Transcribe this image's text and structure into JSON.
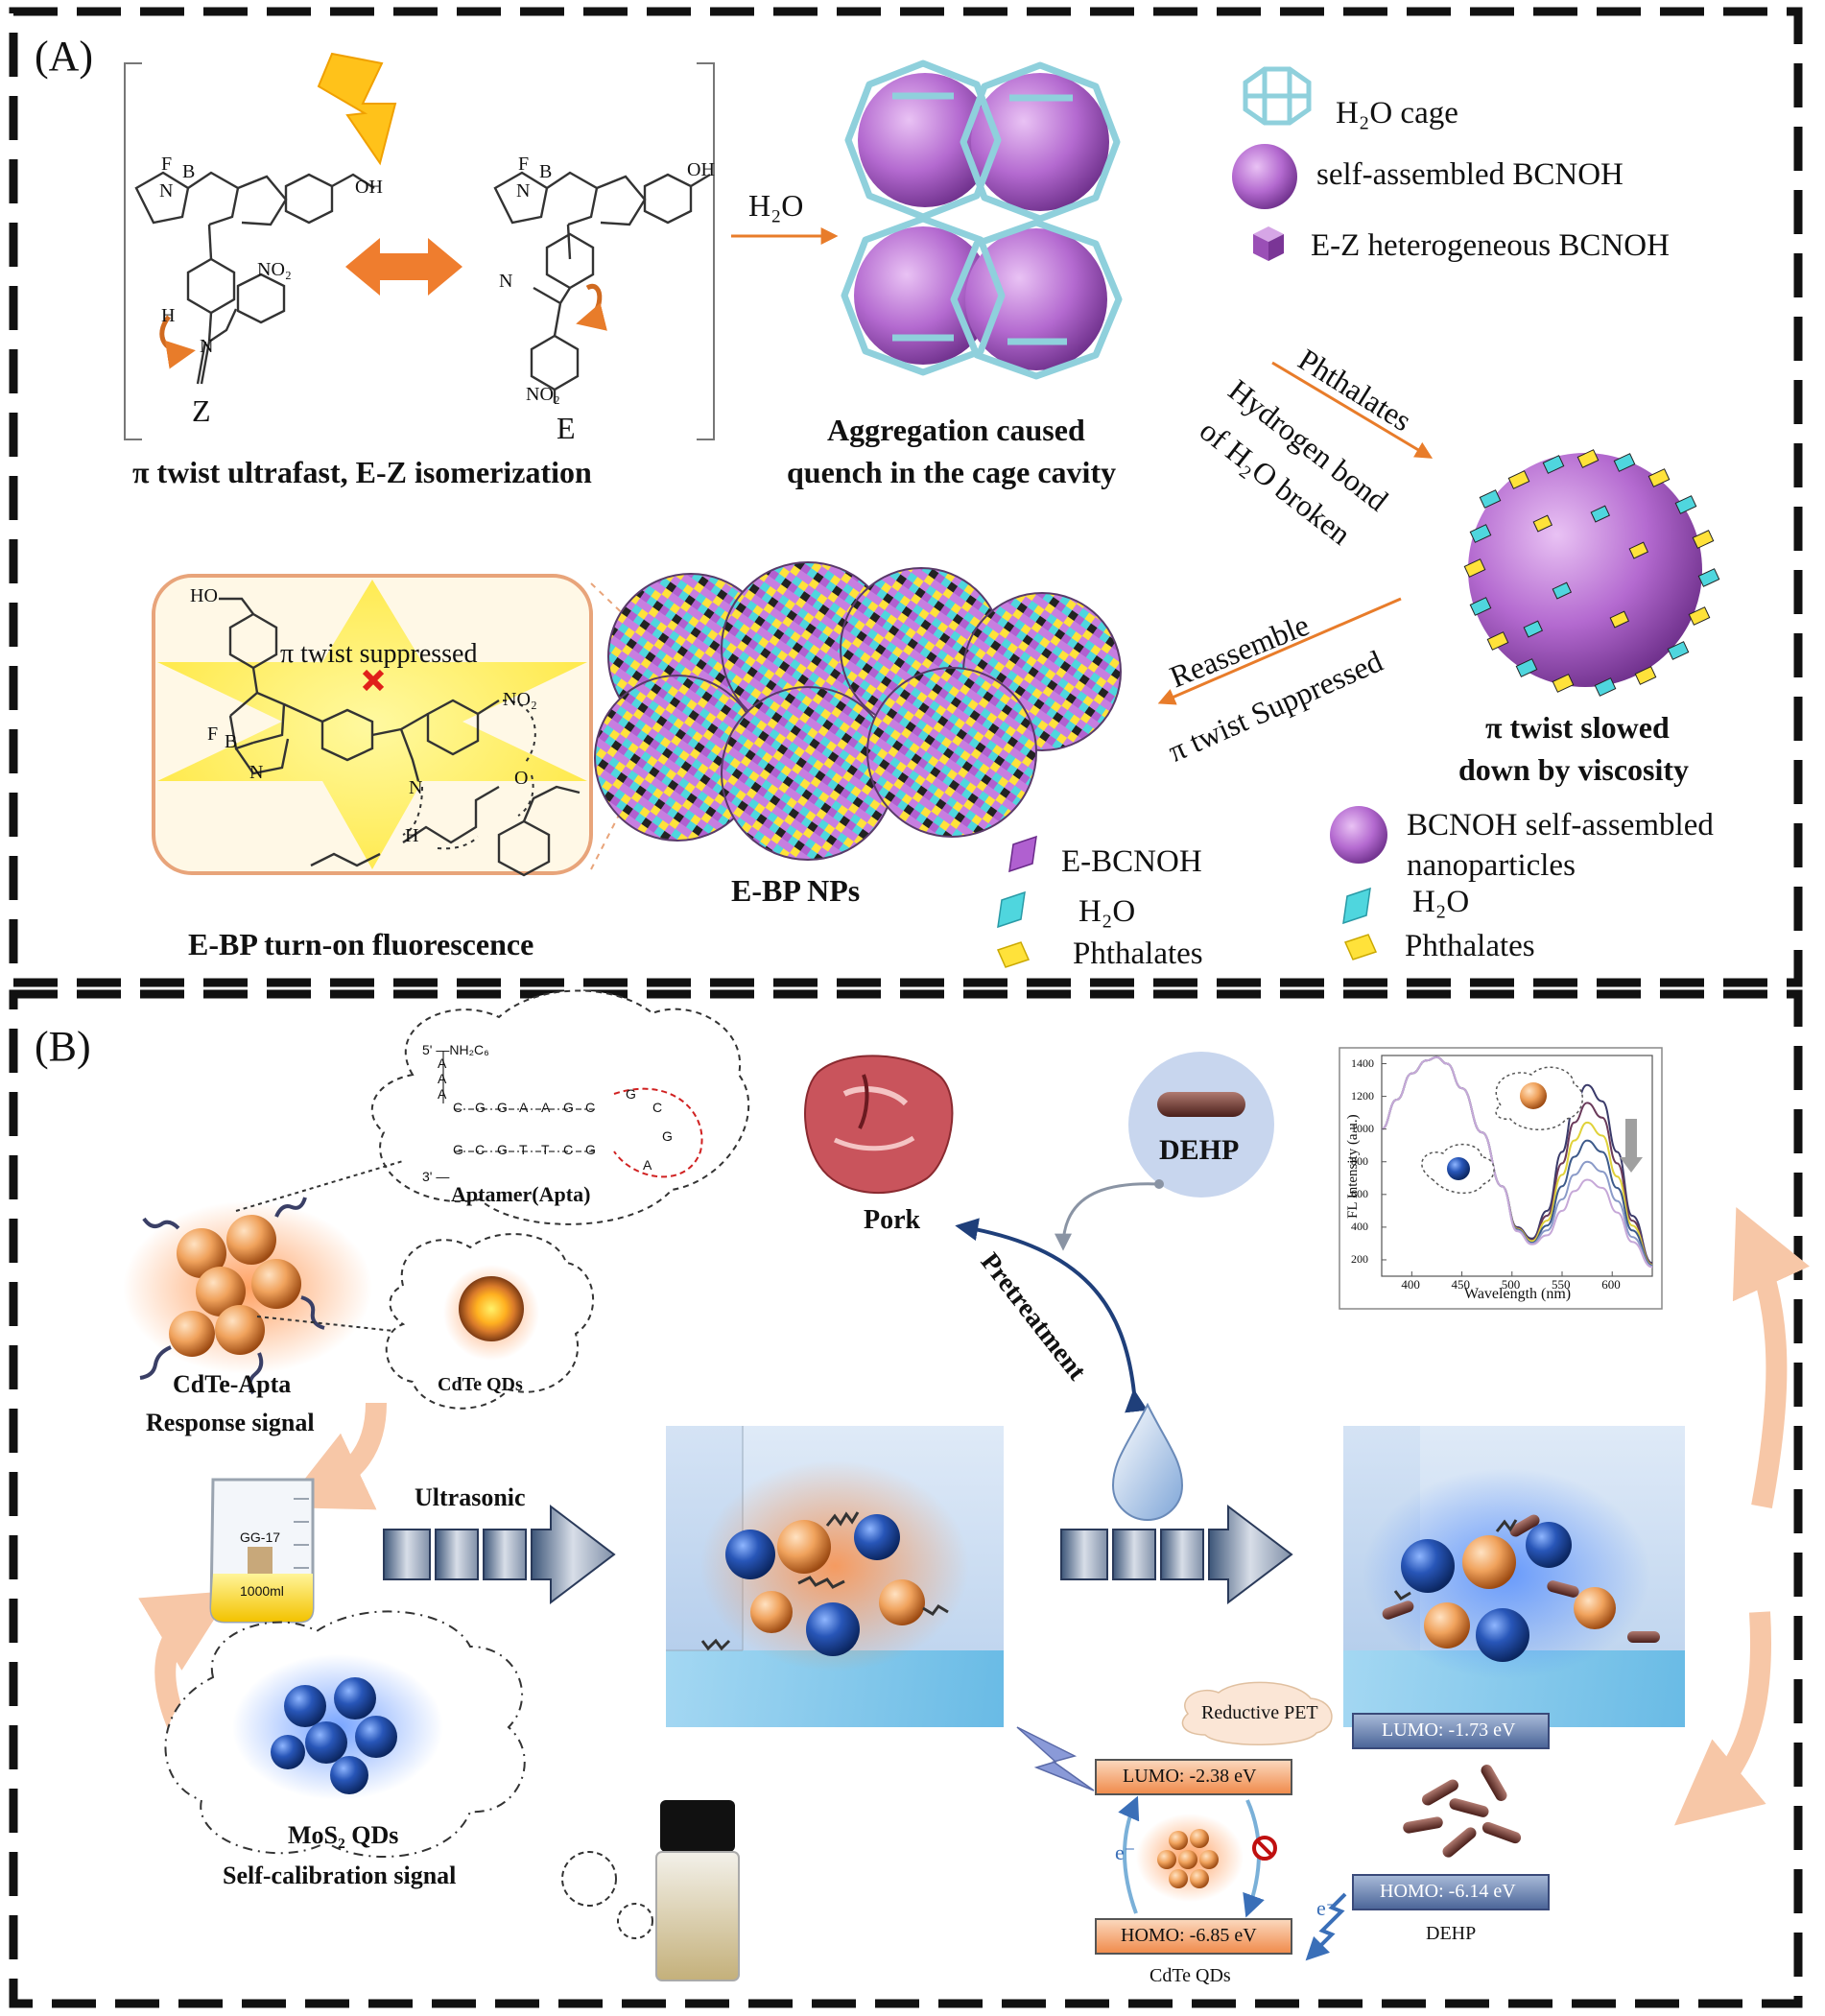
{
  "colors": {
    "orange": "#e87c2a",
    "cage": "#8fd0dc",
    "purple": "#b46ad0",
    "cyan": "#4fd6de",
    "yellow": "#ffe23a",
    "blue_dot": "#1f4f9e",
    "box_fill": "#bcd2ec"
  },
  "panel_a": {
    "label": "(A)",
    "isomer_z": "Z",
    "isomer_e": "E",
    "caption_isomerization": "π twist ultrafast, E-Z isomerization",
    "arrow_h2o": "H₂O",
    "caption_cage": [
      "Aggregation caused",
      "quench in the cage cavity"
    ],
    "legend_top": [
      "H₂O cage",
      "self-assembled BCNOH",
      "E-Z heterogeneous BCNOH"
    ],
    "diag_arrow_1": "Phthalates",
    "diag_arrow_2": "Hydrogen bond",
    "diag_arrow_3": "of H₂O broken",
    "caption_viscosity": [
      "π twist slowed",
      "down by viscosity"
    ],
    "reassemble": "Reassemble",
    "twist_suppressed": "π twist Suppressed",
    "inset_title": "π twist suppressed",
    "caption_fluorescence": "E-BP turn-on fluorescence",
    "caption_nps": "E-BP NPs",
    "legend_bottom_left": [
      "E-BCNOH",
      "H₂O",
      "Phthalates"
    ],
    "legend_bottom_right": [
      "BCNOH self-assembled",
      "nanoparticles",
      "H₂O",
      "Phthalates"
    ],
    "chem_labels": {
      "ho": "HO",
      "oh": "OH",
      "no2": "NO₂",
      "f": "F",
      "b": "B",
      "n": "N",
      "h": "H",
      "o": "O"
    }
  },
  "panel_b": {
    "label": "(B)",
    "aptamer_title": "Aptamer(Apta)",
    "aptamer_end5": "5' —NH₂C₆",
    "aptamer_end3": "3' —",
    "aptamer_top": [
      "C",
      "G",
      "G",
      "A",
      "A",
      "G",
      "C"
    ],
    "aptamer_bottom": [
      "G",
      "C",
      "G",
      "T",
      "T",
      "C",
      "G"
    ],
    "aptamer_stem": [
      "A",
      "A",
      "A"
    ],
    "aptamer_loop": [
      "G",
      "C",
      "G",
      "A"
    ],
    "cdte_qds": "CdTe QDs",
    "cdte_apta": [
      "CdTe-Apta",
      "Response signal"
    ],
    "pork": "Pork",
    "dehp_capsule": "DEHP",
    "pretreatment": "Pretreatment",
    "ultrasonic": "Ultrasonic",
    "beaker_labels": [
      "GG-17",
      "1000ml"
    ],
    "mos2": [
      "MoS₂ QDs",
      "Self-calibration signal"
    ],
    "reductive_pet": "Reductive PET",
    "lumo_dehp": "LUMO: -1.73 eV",
    "homo_dehp": "HOMO: -6.14 eV",
    "dehp_label": "DEHP",
    "lumo_cdte": "LUMO: -2.38 eV",
    "homo_cdte": "HOMO: -6.85 eV",
    "cdte_label": "CdTe QDs",
    "electron": "e⁻"
  },
  "chart_data": {
    "type": "line",
    "title": "",
    "xlabel": "Wavelength (nm)",
    "ylabel": "FL Intensity (a.u.)",
    "xlim": [
      370,
      640
    ],
    "ylim": [
      100,
      1450
    ],
    "xticks": [
      400,
      450,
      500,
      550,
      600
    ],
    "yticks": [
      200,
      400,
      600,
      800,
      1000,
      1200,
      1400
    ],
    "grid": false,
    "x": [
      370,
      385,
      400,
      415,
      425,
      435,
      450,
      470,
      490,
      505,
      520,
      535,
      550,
      562,
      575,
      590,
      605,
      620,
      640
    ],
    "series": [
      {
        "color": "#3a3a6a",
        "values": [
          1000,
          1180,
          1340,
          1420,
          1440,
          1400,
          1250,
          980,
          650,
          400,
          330,
          500,
          860,
          1140,
          1270,
          1170,
          860,
          470,
          180
        ]
      },
      {
        "color": "#6a3a5a",
        "values": [
          1000,
          1180,
          1340,
          1420,
          1440,
          1400,
          1250,
          980,
          650,
          395,
          320,
          470,
          790,
          1040,
          1160,
          1070,
          790,
          440,
          175
        ]
      },
      {
        "color": "#e0d23a",
        "values": [
          1000,
          1180,
          1340,
          1420,
          1440,
          1400,
          1250,
          980,
          650,
          390,
          315,
          440,
          720,
          930,
          1040,
          960,
          710,
          410,
          170
        ]
      },
      {
        "color": "#3d5a8a",
        "values": [
          1000,
          1180,
          1340,
          1420,
          1440,
          1400,
          1250,
          980,
          650,
          385,
          305,
          410,
          650,
          830,
          930,
          860,
          640,
          380,
          165
        ]
      },
      {
        "color": "#8a9ac8",
        "values": [
          1000,
          1180,
          1340,
          1420,
          1440,
          1400,
          1250,
          980,
          650,
          380,
          300,
          380,
          570,
          720,
          800,
          740,
          560,
          340,
          160
        ]
      },
      {
        "color": "#c6a8d8",
        "values": [
          1000,
          1180,
          1340,
          1420,
          1440,
          1400,
          1250,
          980,
          650,
          375,
          295,
          350,
          500,
          620,
          690,
          640,
          490,
          310,
          155
        ]
      }
    ]
  }
}
